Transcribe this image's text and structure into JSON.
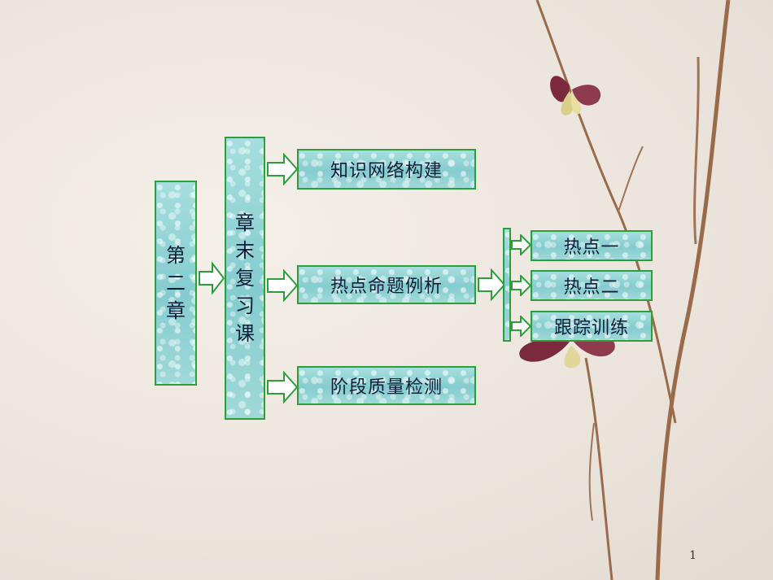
{
  "chapter": "第二章",
  "review": "章末复习课",
  "sections": [
    "知识网络构建",
    "热点命题例析",
    "阶段质量检测"
  ],
  "hotspots": [
    "热点一",
    "热点二",
    "跟踪训练"
  ],
  "page_number": "1"
}
